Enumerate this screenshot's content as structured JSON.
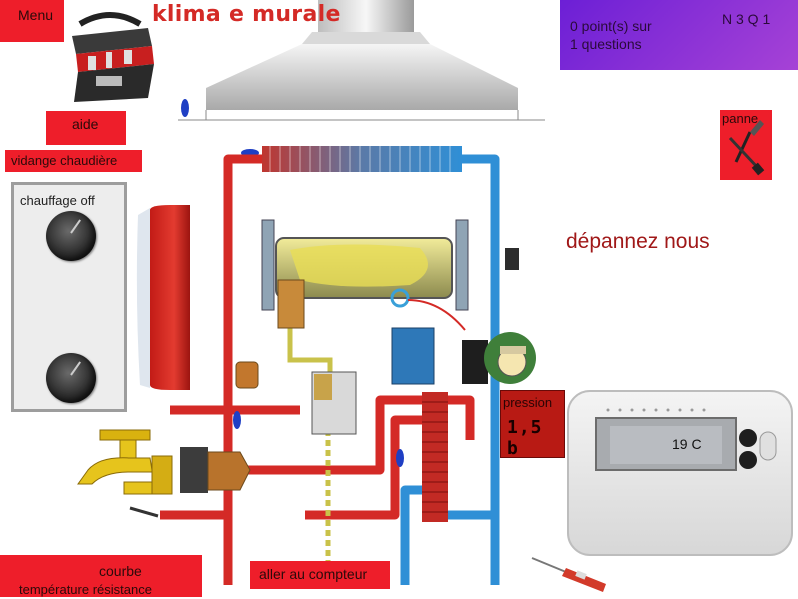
{
  "header": {
    "menu_label": "Menu",
    "title": "klima e murale"
  },
  "score": {
    "text_line1": "0 point(s) sur",
    "text_line2": "1 questions",
    "level": "N 3 Q 1"
  },
  "buttons": {
    "aide": "aide",
    "vidange": "vidange chaudière",
    "panne": "panne",
    "courbe_line1": "courbe",
    "courbe_line2": "température résistance",
    "compteur": "aller au compteur"
  },
  "heating": {
    "label": "chauffage off"
  },
  "message": "dépannez nous",
  "pressure": {
    "label": "pression",
    "value": "1,5 b"
  },
  "thermostat": {
    "display": "19 C"
  },
  "colors": {
    "button_red": "#ee1e2a",
    "score_purple": "#8e2bd6",
    "pipe_red": "#d42a26",
    "pipe_blue": "#2f8fd6",
    "message_red": "#a01818",
    "pressure_bg": "#b81a14"
  },
  "icons": [
    "toolbox-icon",
    "screwdriver-icon",
    "tester-screwdriver-icon",
    "faucet-icon",
    "knob-icon"
  ]
}
